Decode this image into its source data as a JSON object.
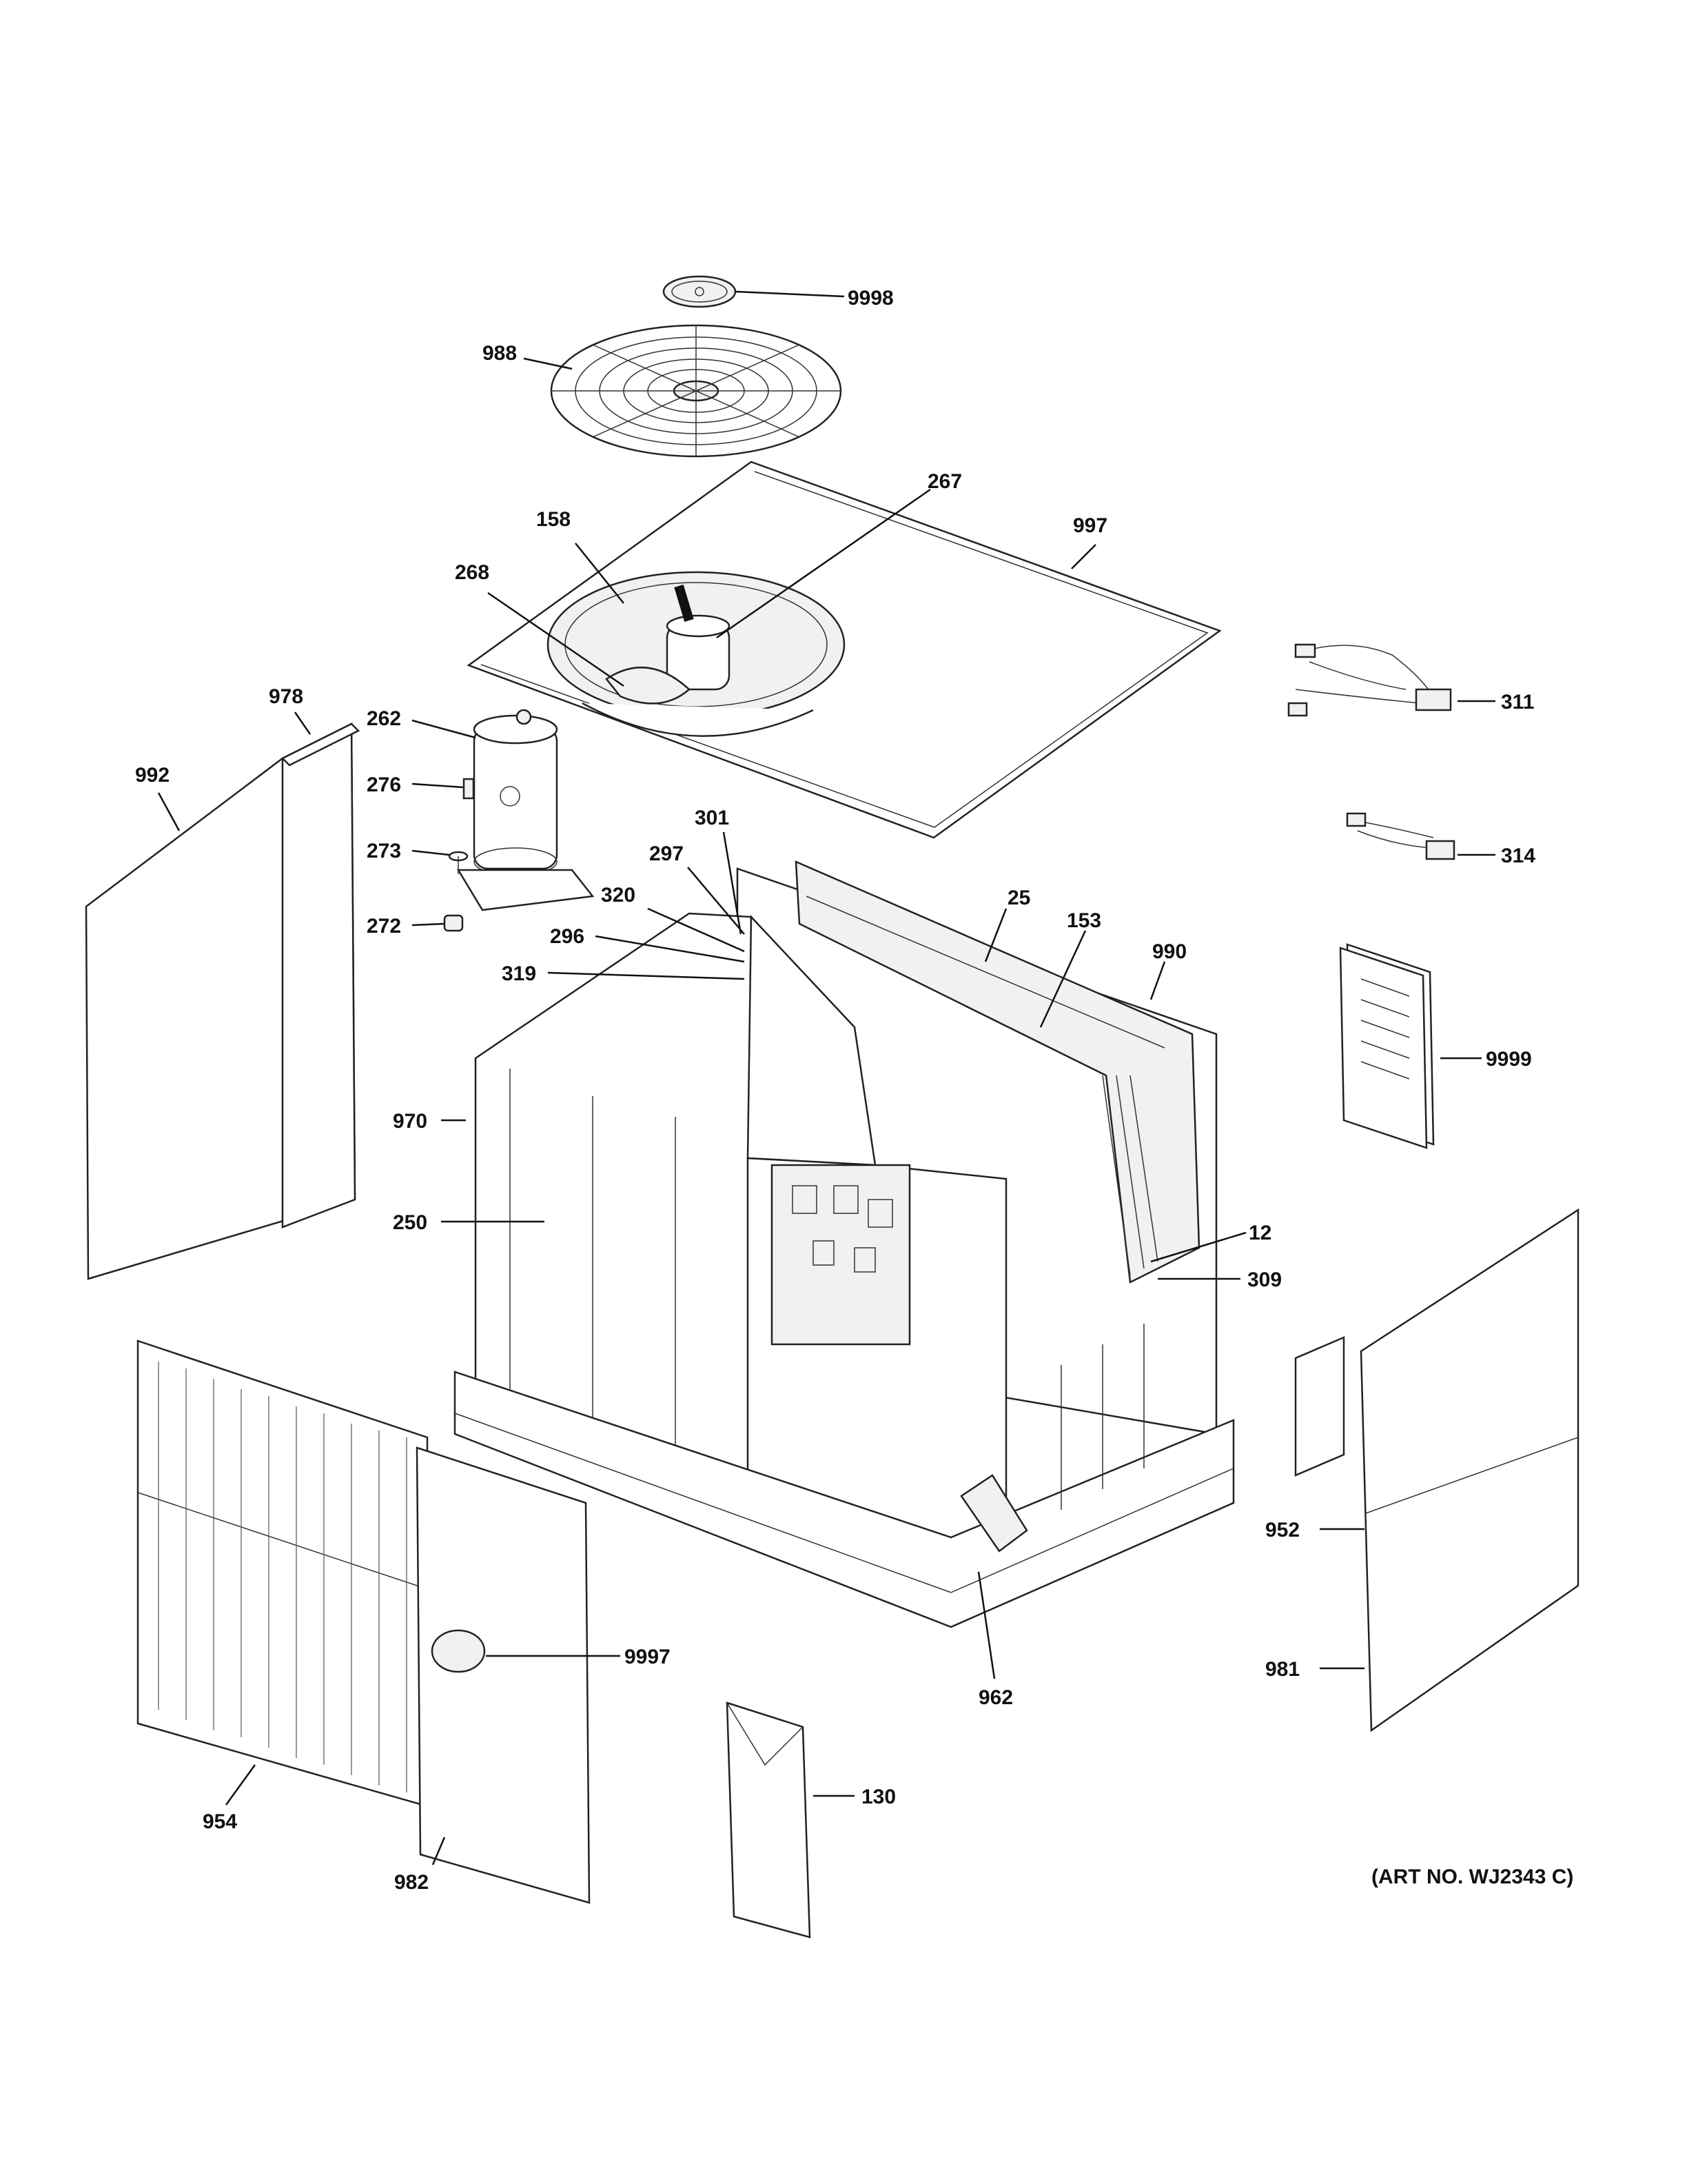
{
  "diagram": {
    "art_number": "(ART NO. WJ2343 C)",
    "callouts": [
      {
        "id": "c-9998",
        "label": "9998"
      },
      {
        "id": "c-988",
        "label": "988"
      },
      {
        "id": "c-267",
        "label": "267"
      },
      {
        "id": "c-997",
        "label": "997"
      },
      {
        "id": "c-158",
        "label": "158"
      },
      {
        "id": "c-268",
        "label": "268"
      },
      {
        "id": "c-978",
        "label": "978"
      },
      {
        "id": "c-262",
        "label": "262"
      },
      {
        "id": "c-992",
        "label": "992"
      },
      {
        "id": "c-276",
        "label": "276"
      },
      {
        "id": "c-273",
        "label": "273"
      },
      {
        "id": "c-272",
        "label": "272"
      },
      {
        "id": "c-301",
        "label": "301"
      },
      {
        "id": "c-297",
        "label": "297"
      },
      {
        "id": "c-320",
        "label": "320"
      },
      {
        "id": "c-296",
        "label": "296"
      },
      {
        "id": "c-319",
        "label": "319"
      },
      {
        "id": "c-25",
        "label": "25"
      },
      {
        "id": "c-153",
        "label": "153"
      },
      {
        "id": "c-990",
        "label": "990"
      },
      {
        "id": "c-311",
        "label": "311"
      },
      {
        "id": "c-314",
        "label": "314"
      },
      {
        "id": "c-9999",
        "label": "9999"
      },
      {
        "id": "c-970",
        "label": "970"
      },
      {
        "id": "c-250",
        "label": "250"
      },
      {
        "id": "c-12",
        "label": "12"
      },
      {
        "id": "c-309",
        "label": "309"
      },
      {
        "id": "c-952",
        "label": "952"
      },
      {
        "id": "c-981",
        "label": "981"
      },
      {
        "id": "c-9997",
        "label": "9997"
      },
      {
        "id": "c-962",
        "label": "962"
      },
      {
        "id": "c-130",
        "label": "130"
      },
      {
        "id": "c-954",
        "label": "954"
      },
      {
        "id": "c-982",
        "label": "982"
      }
    ]
  }
}
